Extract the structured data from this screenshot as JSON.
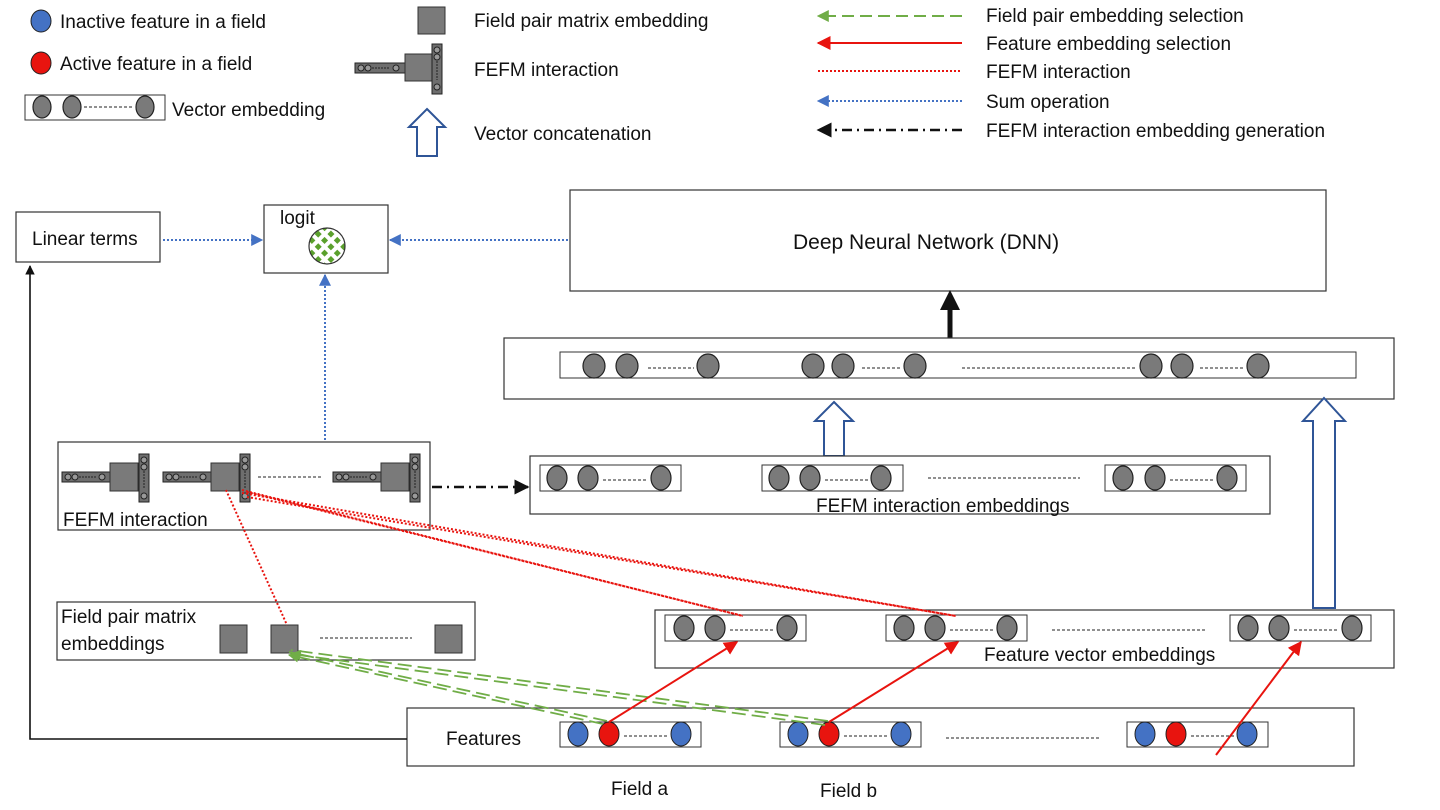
{
  "legend": {
    "inactive": "Inactive feature in a field",
    "active": "Active feature in a field",
    "vector": "Vector embedding",
    "field_pair_matrix": "Field pair matrix embedding",
    "fefm_interaction": "FEFM interaction",
    "vector_concat": "Vector concatenation",
    "field_pair_selection": "Field pair embedding selection",
    "feature_selection": "Feature embedding selection",
    "fefm_interaction_line": "FEFM interaction",
    "sum_operation": "Sum operation",
    "fefm_generation": "FEFM interaction embedding generation"
  },
  "nodes": {
    "linear_terms": "Linear terms",
    "logit": "logit",
    "dnn": "Deep Neural Network (DNN)",
    "fefm_interaction": "FEFM interaction",
    "fefm_embeddings": "FEFM interaction embeddings",
    "field_pair_line1": "Field pair matrix",
    "field_pair_line2": "embeddings",
    "feature_vectors": "Feature vector embeddings",
    "features": "Features",
    "field_a": "Field a",
    "field_b": "Field b"
  },
  "colors": {
    "inactive": "#4472c4",
    "active": "#e8140f",
    "selection_green": "#70ad47",
    "sum_blue": "#4472c4",
    "concat_arrow": "#2f5597"
  }
}
